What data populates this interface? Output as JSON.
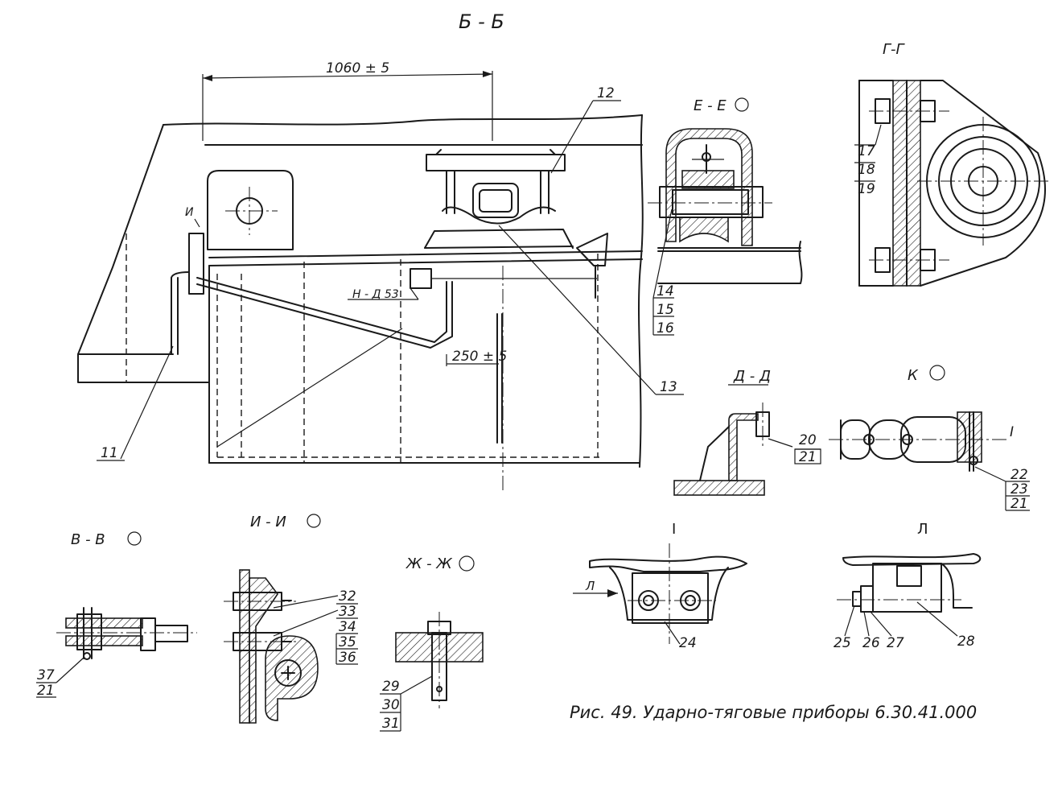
{
  "views": {
    "main": "Б - Б",
    "gg": "Г-Г",
    "ee": "Е - Е",
    "dd": "Д - Д",
    "k": "К",
    "vv": "В - В",
    "ii": "И - И",
    "zhzh": "Ж - Ж",
    "i": "I",
    "l": "Л"
  },
  "dimensions": {
    "width": "1060 ± 5",
    "offset": "250 ± 5",
    "ref": "Н - Д 53",
    "arrow_i": "И",
    "arrow_l": "Л"
  },
  "part_numbers": {
    "p11": "11",
    "p12": "12",
    "p13": "13",
    "p14": "14",
    "p15": "15",
    "p16": "16",
    "p17": "17",
    "p18": "18",
    "p19": "19",
    "p20": "20",
    "p21a": "21",
    "p22": "22",
    "p23": "23",
    "p21b": "21",
    "p24": "24",
    "p25": "25",
    "p26": "26",
    "p27": "27",
    "p28": "28",
    "p29": "29",
    "p30": "30",
    "p31": "31",
    "p32": "32",
    "p33": "33",
    "p34": "34",
    "p35": "35",
    "p36": "36",
    "p37": "37",
    "p21c": "21"
  },
  "caption": "Рис. 49. Ударно-тяговые приборы 6.30.41.000"
}
